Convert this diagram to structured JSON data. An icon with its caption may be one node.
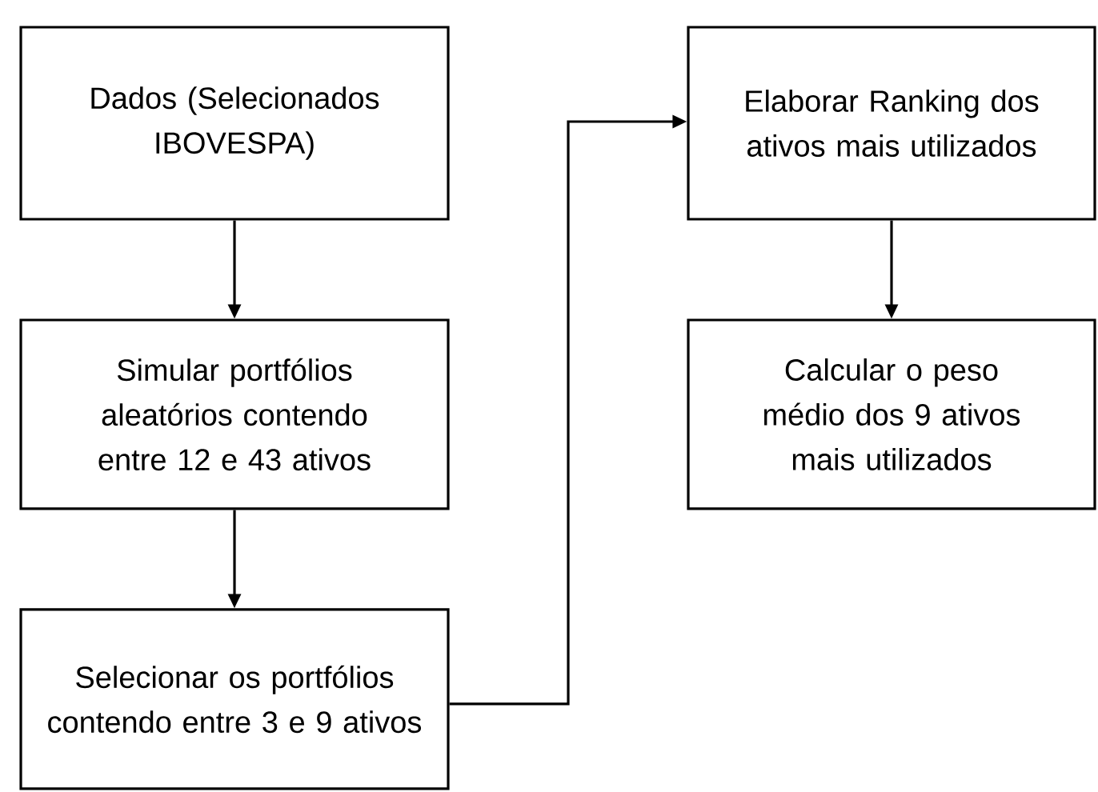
{
  "diagram": {
    "nodes": [
      {
        "text": [
          "Dados (Selecionados IBOVESPA)"
        ]
      },
      {
        "text": [
          "Simular portfólios aleatórios contendo entre 12 e 43 ativos"
        ]
      },
      {
        "text": [
          "Selecionar os portfólios contendo entre 3 e 9 ativos"
        ]
      },
      {
        "text": [
          "Elaborar Ranking dos ativos mais utilizados"
        ]
      },
      {
        "text": [
          "Calcular o peso médio dos 9 ativos mais utilizados"
        ]
      }
    ],
    "edges": [
      {
        "from": 0,
        "to": 1,
        "arrow": "to"
      },
      {
        "from": 1,
        "to": 2,
        "arrow": "to"
      },
      {
        "from": 2,
        "to": 3,
        "arrow": "to"
      },
      {
        "from": 3,
        "to": 4,
        "arrow": "to"
      }
    ]
  }
}
